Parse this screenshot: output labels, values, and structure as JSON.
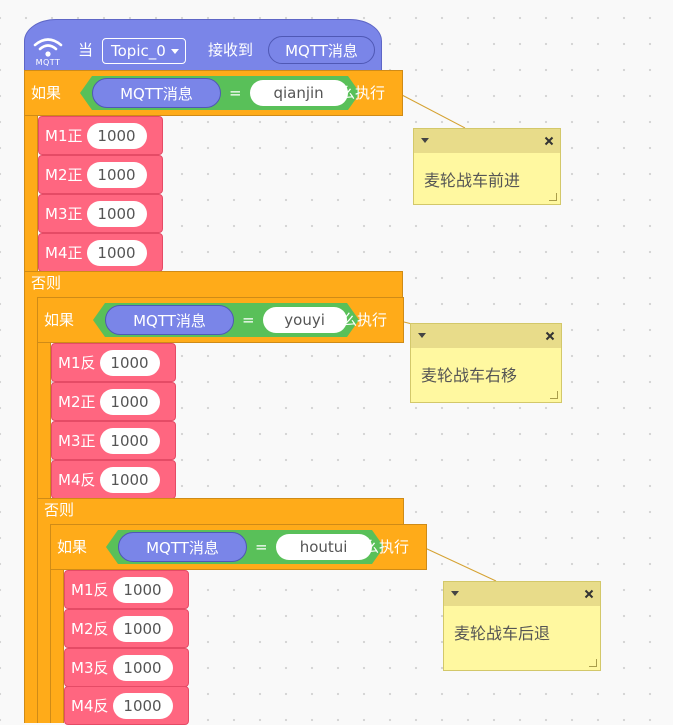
{
  "hat": {
    "badge_label": "MQTT",
    "when_label": "当",
    "topic": "Topic_0",
    "receive_label": "接收到",
    "message_reporter": "MQTT消息"
  },
  "blocks": {
    "if_label": "如果",
    "then_label": "那么执行",
    "else_label": "否则",
    "equals": "=",
    "reporter": "MQTT消息"
  },
  "branches": [
    {
      "match": "qianjin",
      "comment": "麦轮战车前进",
      "motors": [
        {
          "label": "M1正",
          "value": "1000"
        },
        {
          "label": "M2正",
          "value": "1000"
        },
        {
          "label": "M3正",
          "value": "1000"
        },
        {
          "label": "M4正",
          "value": "1000"
        }
      ]
    },
    {
      "match": "youyi",
      "comment": "麦轮战车右移",
      "motors": [
        {
          "label": "M1反",
          "value": "1000"
        },
        {
          "label": "M2正",
          "value": "1000"
        },
        {
          "label": "M3正",
          "value": "1000"
        },
        {
          "label": "M4反",
          "value": "1000"
        }
      ]
    },
    {
      "match": "houtui",
      "comment": "麦轮战车后退",
      "motors": [
        {
          "label": "M1反",
          "value": "1000"
        },
        {
          "label": "M2反",
          "value": "1000"
        },
        {
          "label": "M3反",
          "value": "1000"
        },
        {
          "label": "M4反",
          "value": "1000"
        }
      ]
    }
  ],
  "note_icons": {
    "collapse": "caret-down-icon",
    "close": "close-icon"
  },
  "colors": {
    "hat": "#7a85e8",
    "control": "#ffab19",
    "operator": "#59c059",
    "motor": "#ff6680",
    "note": "#fff8a0"
  }
}
